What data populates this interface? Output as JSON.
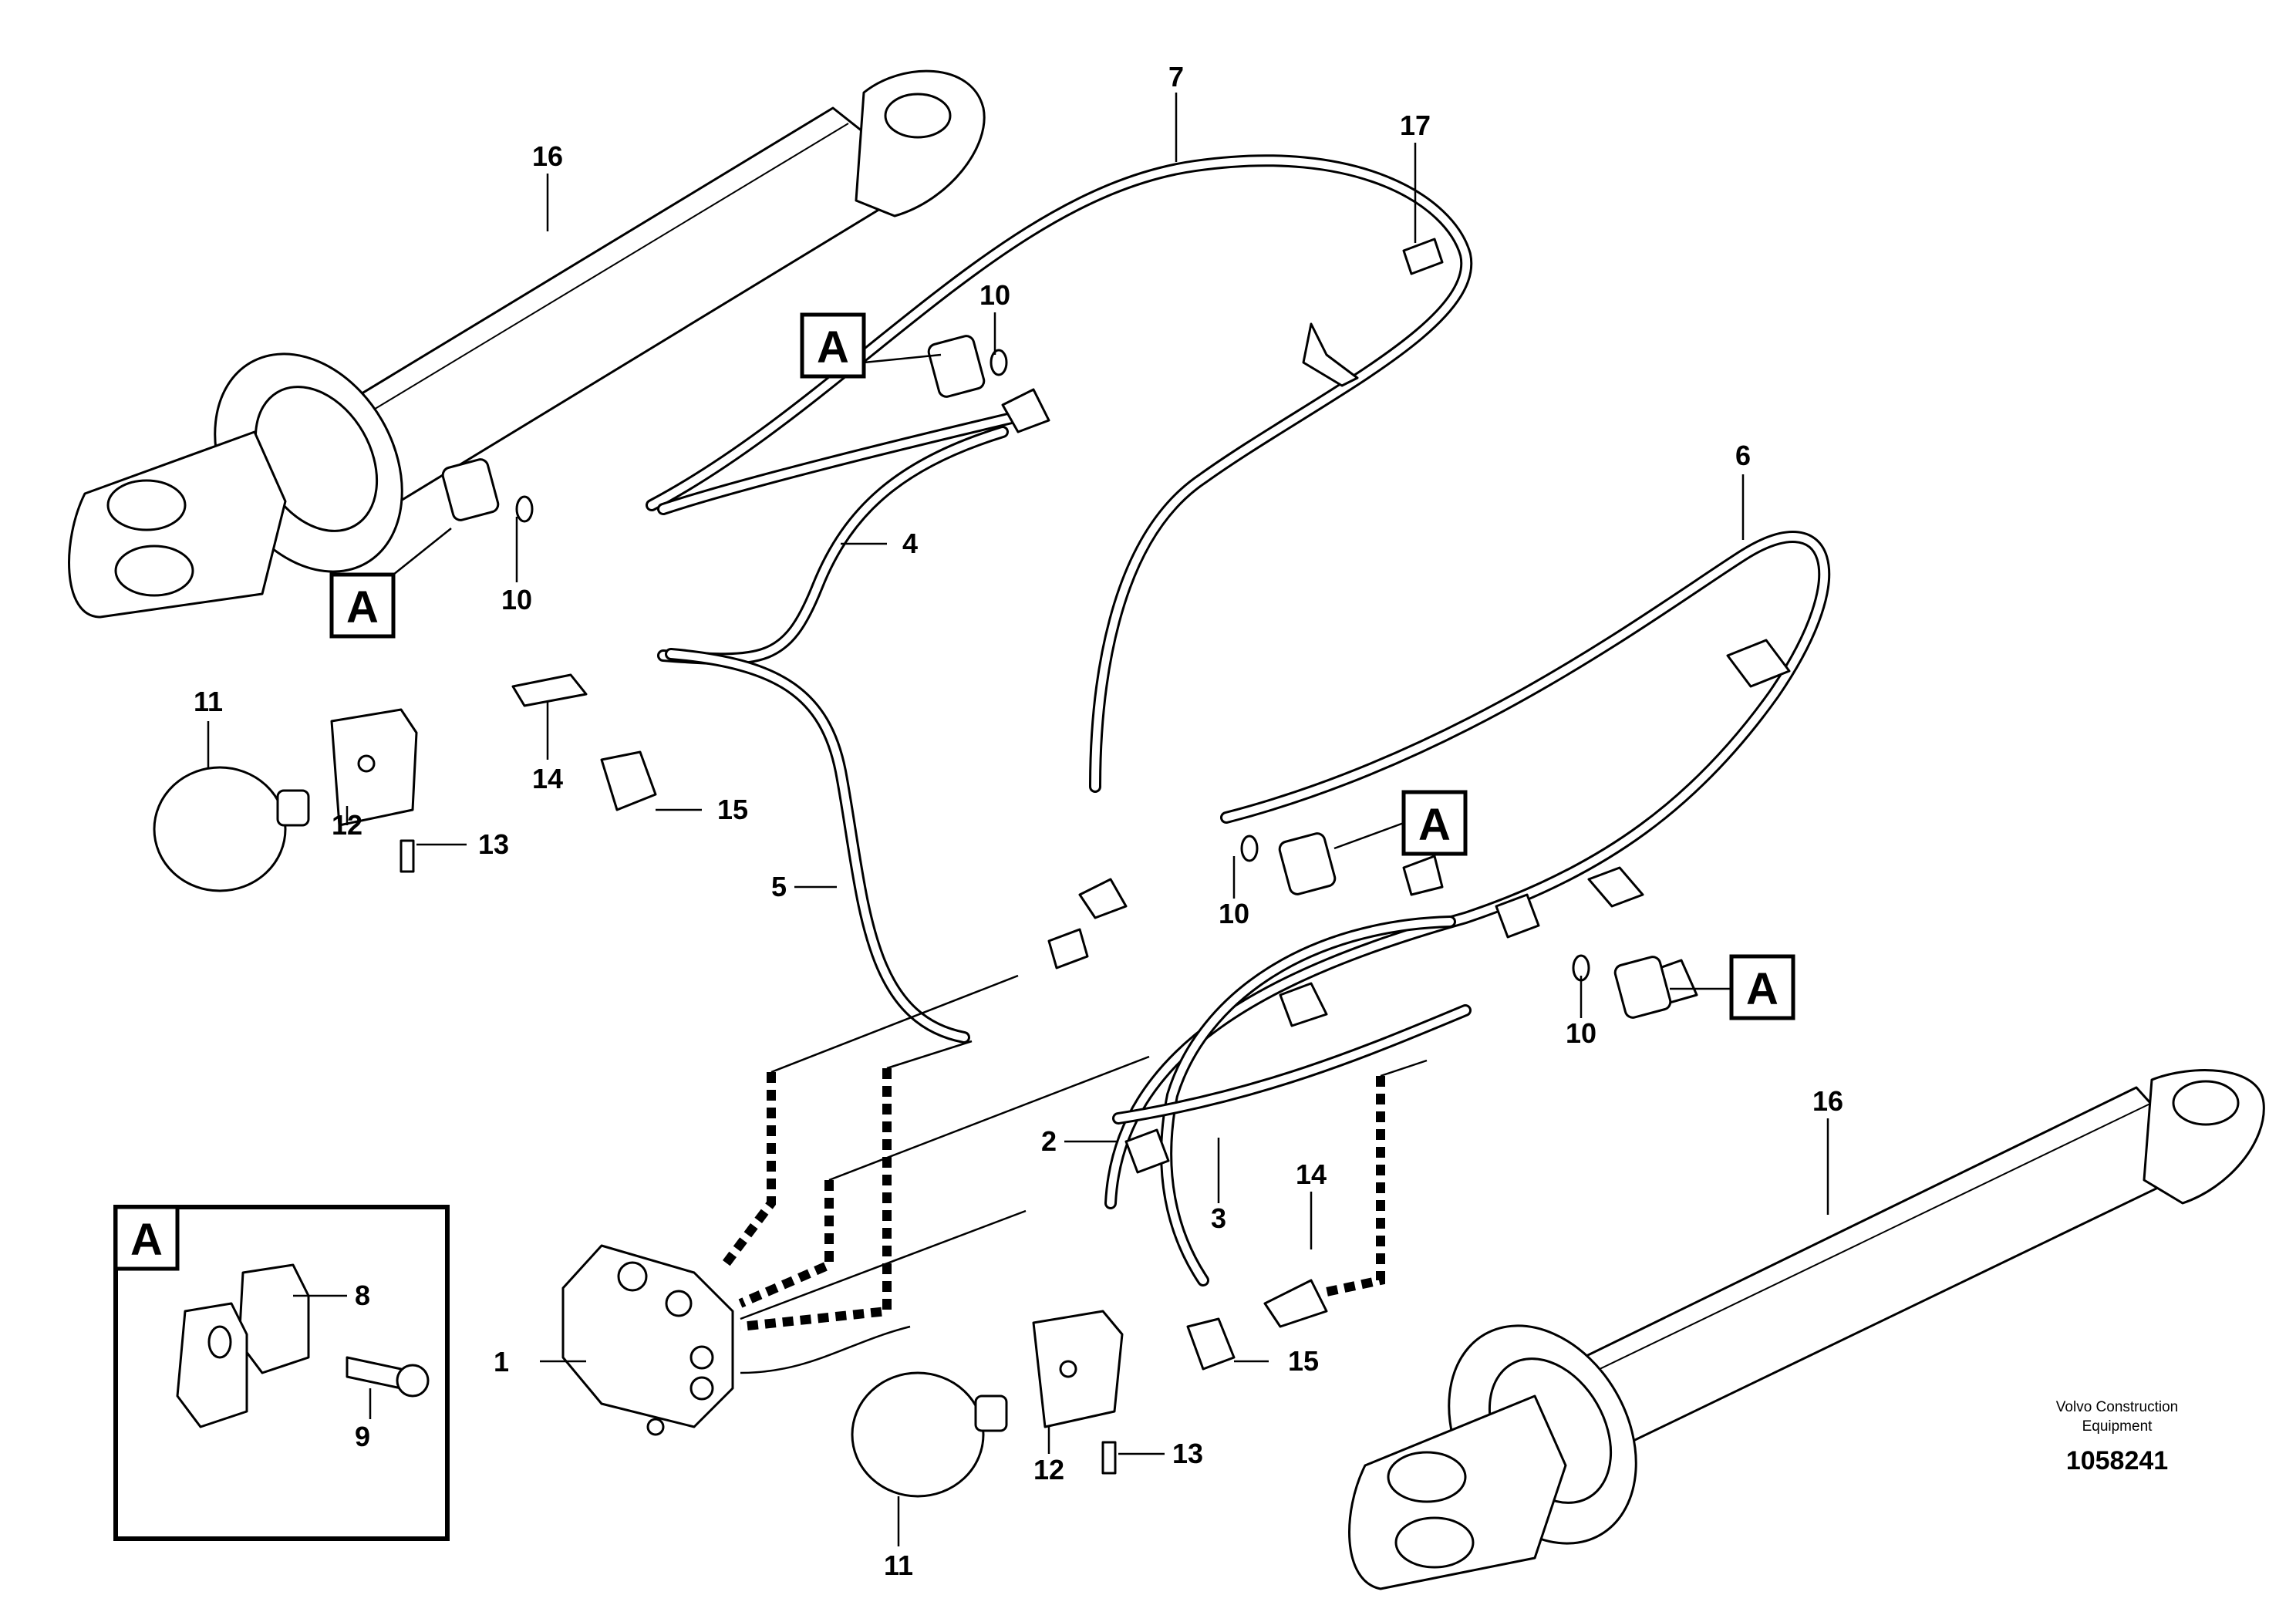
{
  "diagram": {
    "callouts": {
      "c1": "1",
      "c2": "2",
      "c3": "3",
      "c4": "4",
      "c5": "5",
      "c6": "6",
      "c7": "7",
      "c8": "8",
      "c9": "9",
      "c10a": "10",
      "c10b": "10",
      "c10c": "10",
      "c10d": "10",
      "c11a": "11",
      "c11b": "11",
      "c12a": "12",
      "c12b": "12",
      "c13a": "13",
      "c13b": "13",
      "c14a": "14",
      "c14b": "14",
      "c15a": "15",
      "c15b": "15",
      "c16a": "16",
      "c16b": "16",
      "c17": "17"
    },
    "view_marker": "A",
    "inset_title": "A",
    "credit_line1": "Volvo Construction",
    "credit_line2": "Equipment",
    "document_number": "1058241"
  }
}
